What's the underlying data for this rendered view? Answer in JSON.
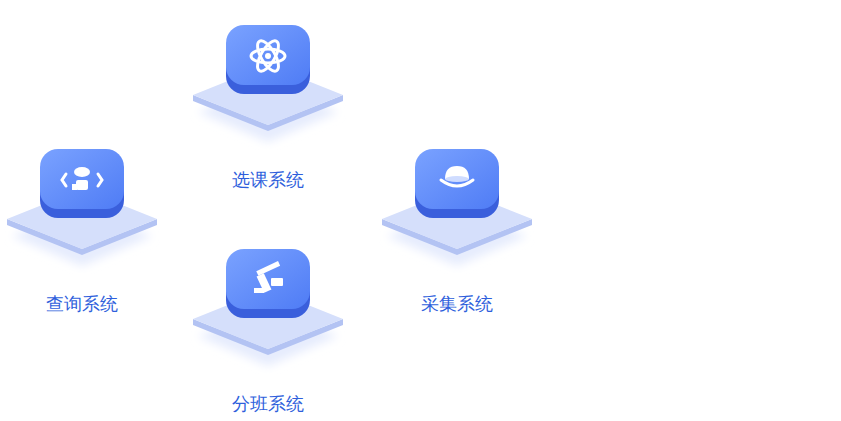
{
  "diagram": {
    "nodes": [
      {
        "text": [
          "选课系统"
        ]
      },
      {
        "text": [
          "查询系统"
        ]
      },
      {
        "text": [
          "采集系统"
        ]
      },
      {
        "text": [
          "分班系统"
        ]
      }
    ]
  }
}
